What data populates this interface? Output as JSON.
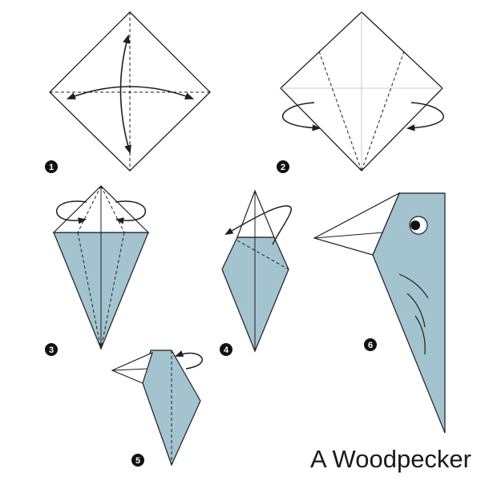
{
  "title": "A Woodpecker",
  "steps": [
    {
      "number": "1"
    },
    {
      "number": "2"
    },
    {
      "number": "3"
    },
    {
      "number": "4"
    },
    {
      "number": "5"
    },
    {
      "number": "6"
    }
  ],
  "colors": {
    "paper_front": "#ffffff",
    "paper_back": "#a3c3cf",
    "outline": "#1f1f1f",
    "badge": "#111111"
  }
}
